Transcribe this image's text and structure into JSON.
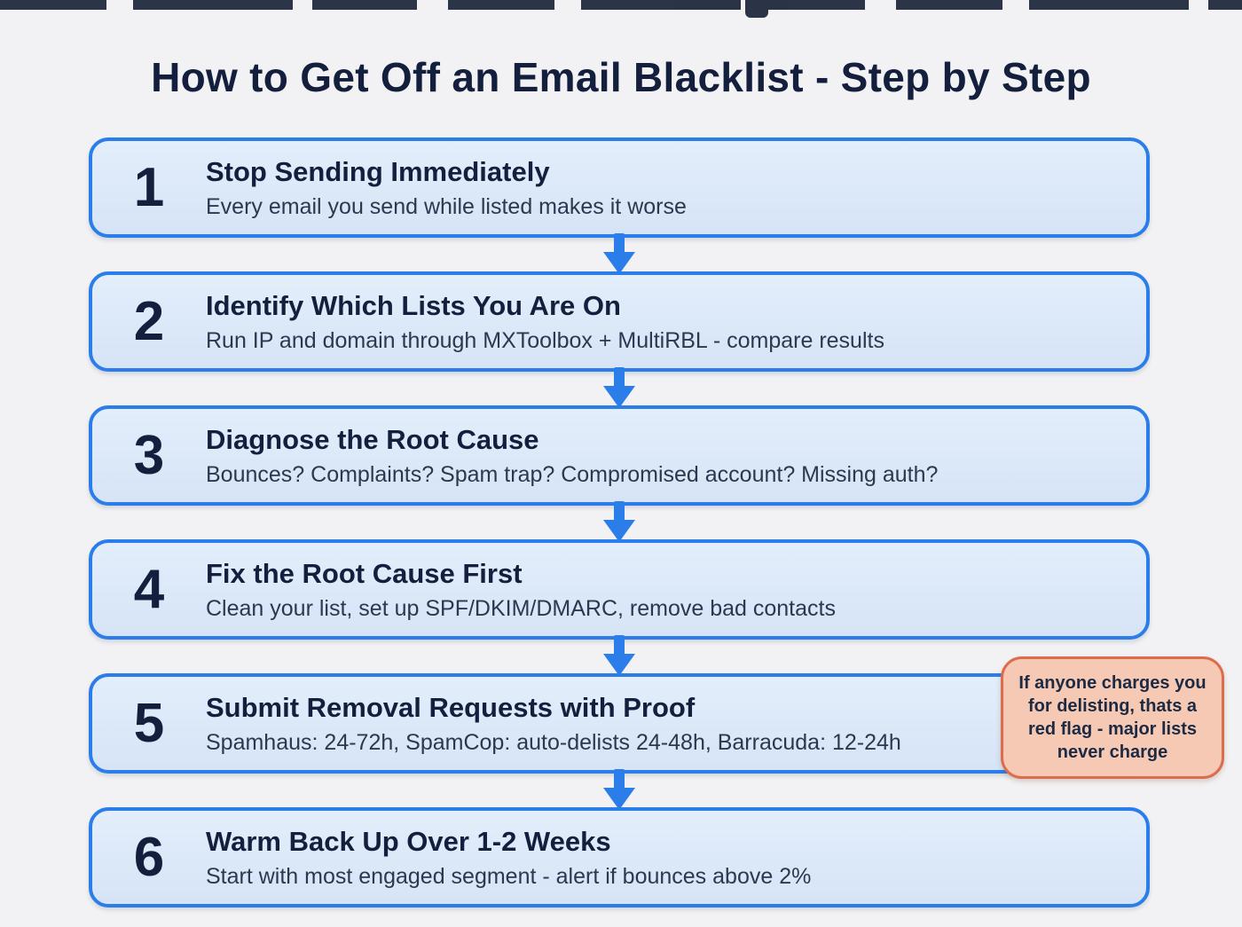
{
  "title": "How to Get Off an Email Blacklist - Step by Step",
  "steps": [
    {
      "number": "1",
      "heading": "Stop Sending Immediately",
      "detail": "Every email you send while listed makes it worse"
    },
    {
      "number": "2",
      "heading": "Identify Which Lists You Are On",
      "detail": "Run IP and domain through MXToolbox + MultiRBL - compare results"
    },
    {
      "number": "3",
      "heading": "Diagnose the Root Cause",
      "detail": "Bounces? Complaints? Spam trap? Compromised account? Missing auth?"
    },
    {
      "number": "4",
      "heading": "Fix the Root Cause First",
      "detail": "Clean your list, set up SPF/DKIM/DMARC, remove bad contacts"
    },
    {
      "number": "5",
      "heading": "Submit Removal Requests with Proof",
      "detail": "Spamhaus: 24-72h, SpamCop: auto-delists 24-48h, Barracuda: 12-24h"
    },
    {
      "number": "6",
      "heading": "Warm Back Up Over 1-2 Weeks",
      "detail": "Start with most engaged segment - alert if bounces above 2%"
    }
  ],
  "callout": {
    "text": "If anyone charges you for delisting, thats a red flag - major lists never charge"
  },
  "colors": {
    "background": "#f2f2f4",
    "box_fill": "#d9e7f8",
    "box_border": "#2b7de9",
    "arrow": "#2b7de9",
    "text_dark": "#131f3d",
    "detail_text": "#2c3850",
    "callout_fill": "#f6c9b4",
    "callout_border": "#dd6c4d"
  }
}
